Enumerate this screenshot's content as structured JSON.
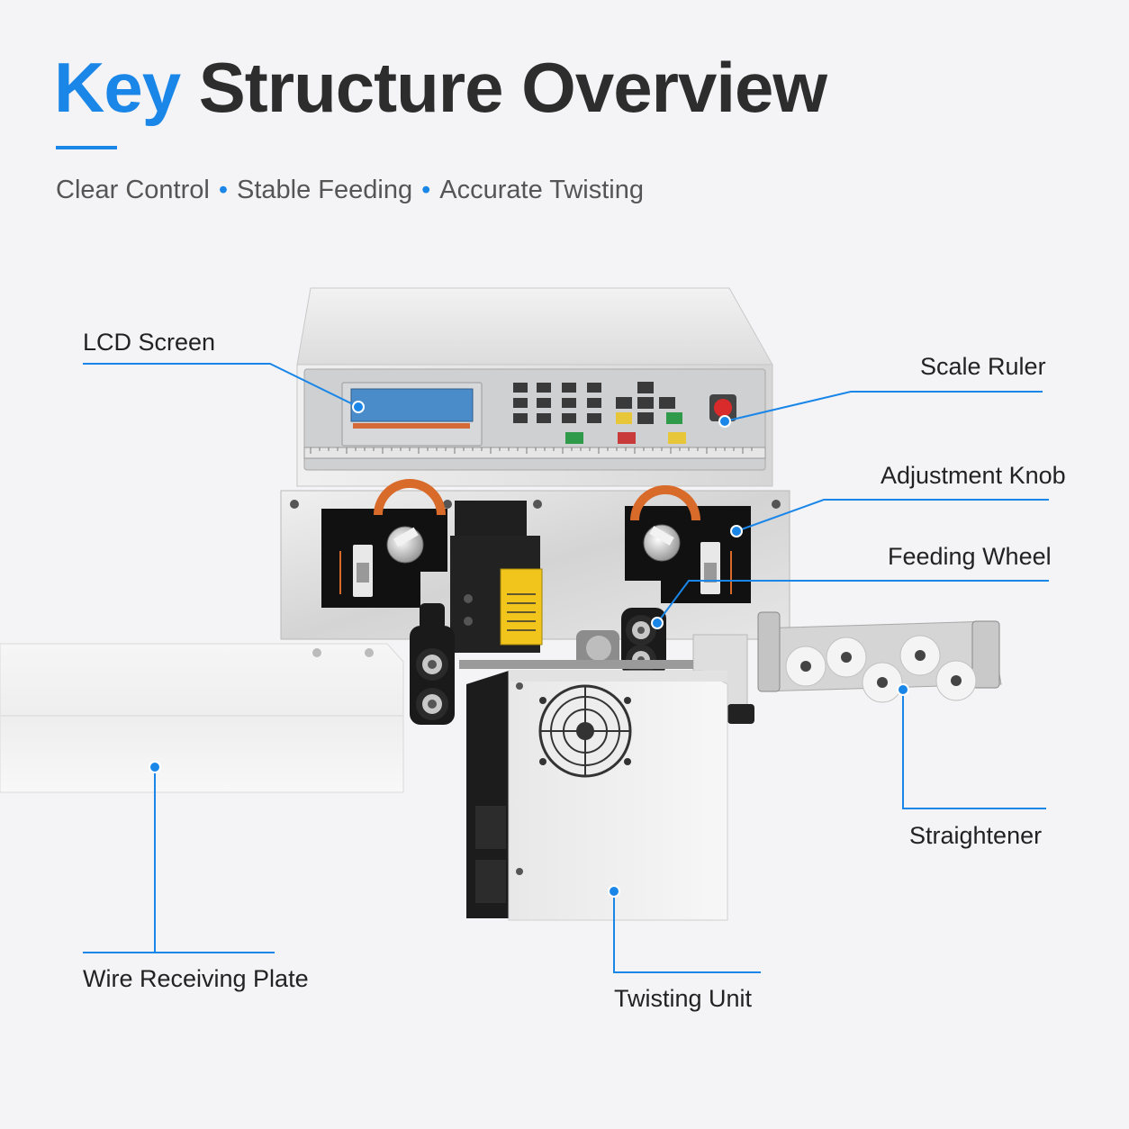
{
  "header": {
    "title_accent": "Key",
    "title_rest": "Structure Overview",
    "subtitle_items": [
      "Clear Control",
      "Stable Feeding",
      "Accurate Twisting"
    ]
  },
  "callouts": {
    "lcd_screen": "LCD  Screen",
    "scale_ruler": "Scale Ruler",
    "adjustment_knob": "Adjustment Knob",
    "feeding_wheel": "Feeding Wheel",
    "straightener": "Straightener",
    "wire_receiving_plate": "Wire Receiving Plate",
    "twisting_unit": "Twisting Unit"
  },
  "colors": {
    "accent": "#1a86e8",
    "title": "#2d2d2d",
    "subtitle": "#555555",
    "background": "#f4f4f6"
  }
}
